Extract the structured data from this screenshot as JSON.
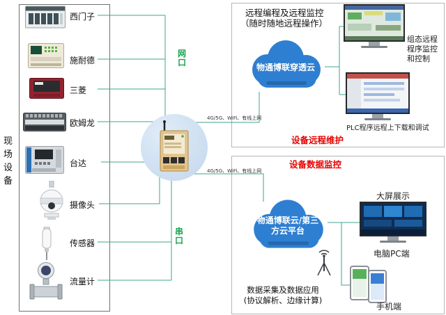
{
  "colors": {
    "wire": "#3ca48d",
    "cloud_blue": "#2e7fd1",
    "alert_red": "#e60000",
    "port_green": "#18a34f",
    "hub_circle_bg": "#c3d7ec"
  },
  "left_panel": {
    "vertical_title": "现场设备",
    "devices": [
      {
        "label": "西门子",
        "icon": "siemens-plc-icon"
      },
      {
        "label": "施耐德",
        "icon": "schneider-plc-icon"
      },
      {
        "label": "三菱",
        "icon": "mitsubishi-plc-icon"
      },
      {
        "label": "欧姆龙",
        "icon": "omron-plc-icon"
      },
      {
        "label": "台达",
        "icon": "delta-plc-icon"
      },
      {
        "label": "摄像头",
        "icon": "camera-icon"
      },
      {
        "label": "传感器",
        "icon": "sensor-icon"
      },
      {
        "label": "流量计",
        "icon": "flow-meter-icon"
      }
    ]
  },
  "gateway": {
    "net_port_label": "网口",
    "serial_port_label": "串口"
  },
  "remote_section": {
    "title_line1": "远程编程及远程监控",
    "title_line2": "（随时随地远程操作）",
    "cloud_label": "物通博联穿透云",
    "link_label": "4G/5G、WiFi、有线上网",
    "scada_caption": "组态远程程序监控和控制",
    "plc_caption": "PLC程序远程上下载和调试",
    "tag": "设备远程维护"
  },
  "data_section": {
    "tag": "设备数据监控",
    "cloud_label_line1": "物通博联云/第三",
    "cloud_label_line2": "方云平台",
    "link_label": "4G/5G、WiFi、有线上网",
    "big_screen_caption": "大屏展示",
    "pc_caption": "电脑PC端",
    "phone_caption": "手机端",
    "footer_line1": "数据采集及数据应用",
    "footer_line2": "(协议解析、边缘计算)"
  }
}
